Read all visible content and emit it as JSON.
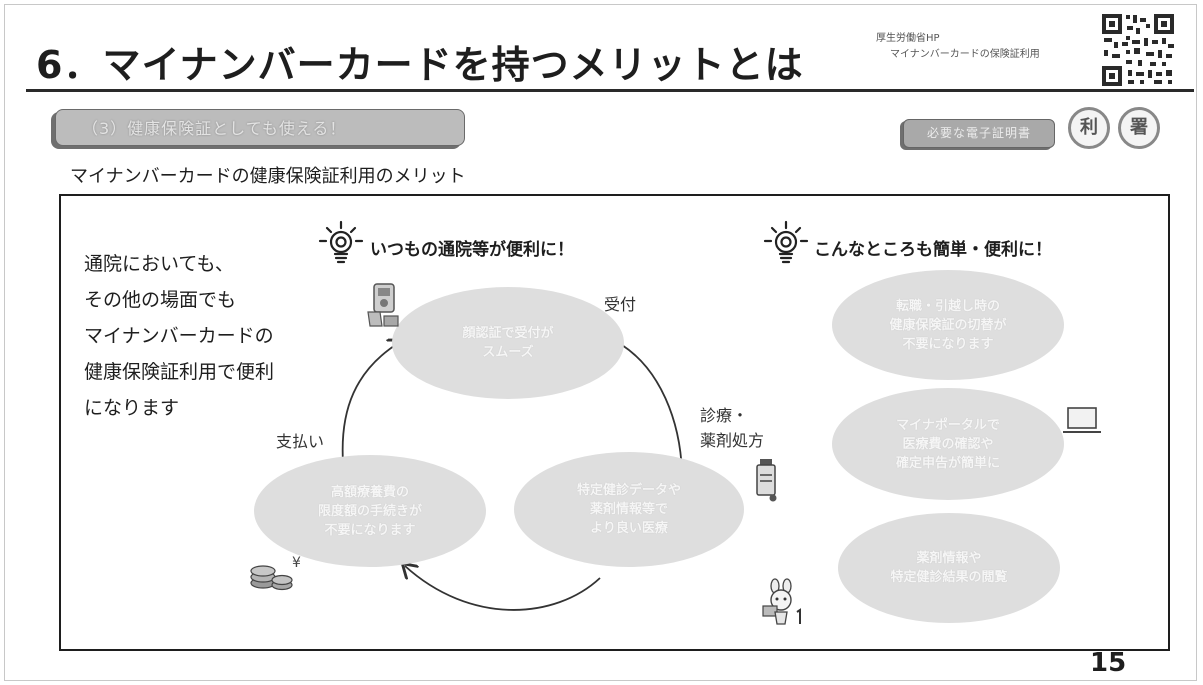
{
  "header": {
    "title": "6．マイナンバーカードを持つメリットとは",
    "source_line1": "厚生労働省HP",
    "source_line2": "マイナンバーカードの保険証利用"
  },
  "subheading_tab": "（3）健康保険証としても使える！",
  "certificate": {
    "badge_label": "必要な電子証明書",
    "circle1": "利",
    "circle2": "署"
  },
  "benefit_heading": "マイナンバーカードの健康保険証利用のメリット",
  "intro_lines": [
    "通院においても、",
    "その他の場面でも",
    "マイナンバーカードの",
    "健康保険証利用で便利",
    "になります"
  ],
  "section_left": {
    "heading": "いつもの通院等が便利に！",
    "label_reception": "受付",
    "label_exam_line1": "診療・",
    "label_exam_line2": "薬剤処方",
    "label_payment": "支払い",
    "oval_top": [
      "顔認証で受付が",
      "スムーズ"
    ],
    "oval_right": [
      "特定健診データや",
      "薬剤情報等で",
      "より良い医療"
    ],
    "oval_left": [
      "高額療養費の",
      "限度額の手続きが",
      "不要になります"
    ]
  },
  "section_right": {
    "heading": "こんなところも簡単・便利に！",
    "oval1": [
      "転職・引越し時の",
      "健康保険証の切替が",
      "不要になります"
    ],
    "oval2": [
      "マイナポータルで",
      "医療費の確認や",
      "確定申告が簡単に"
    ],
    "oval3": [
      "薬剤情報や",
      "特定健診結果の閲覧"
    ]
  },
  "page_number": "15",
  "colors": {
    "oval_fill": "#dedede",
    "frame": "#1e1e1e",
    "tab_fill": "#bcbcbc"
  }
}
